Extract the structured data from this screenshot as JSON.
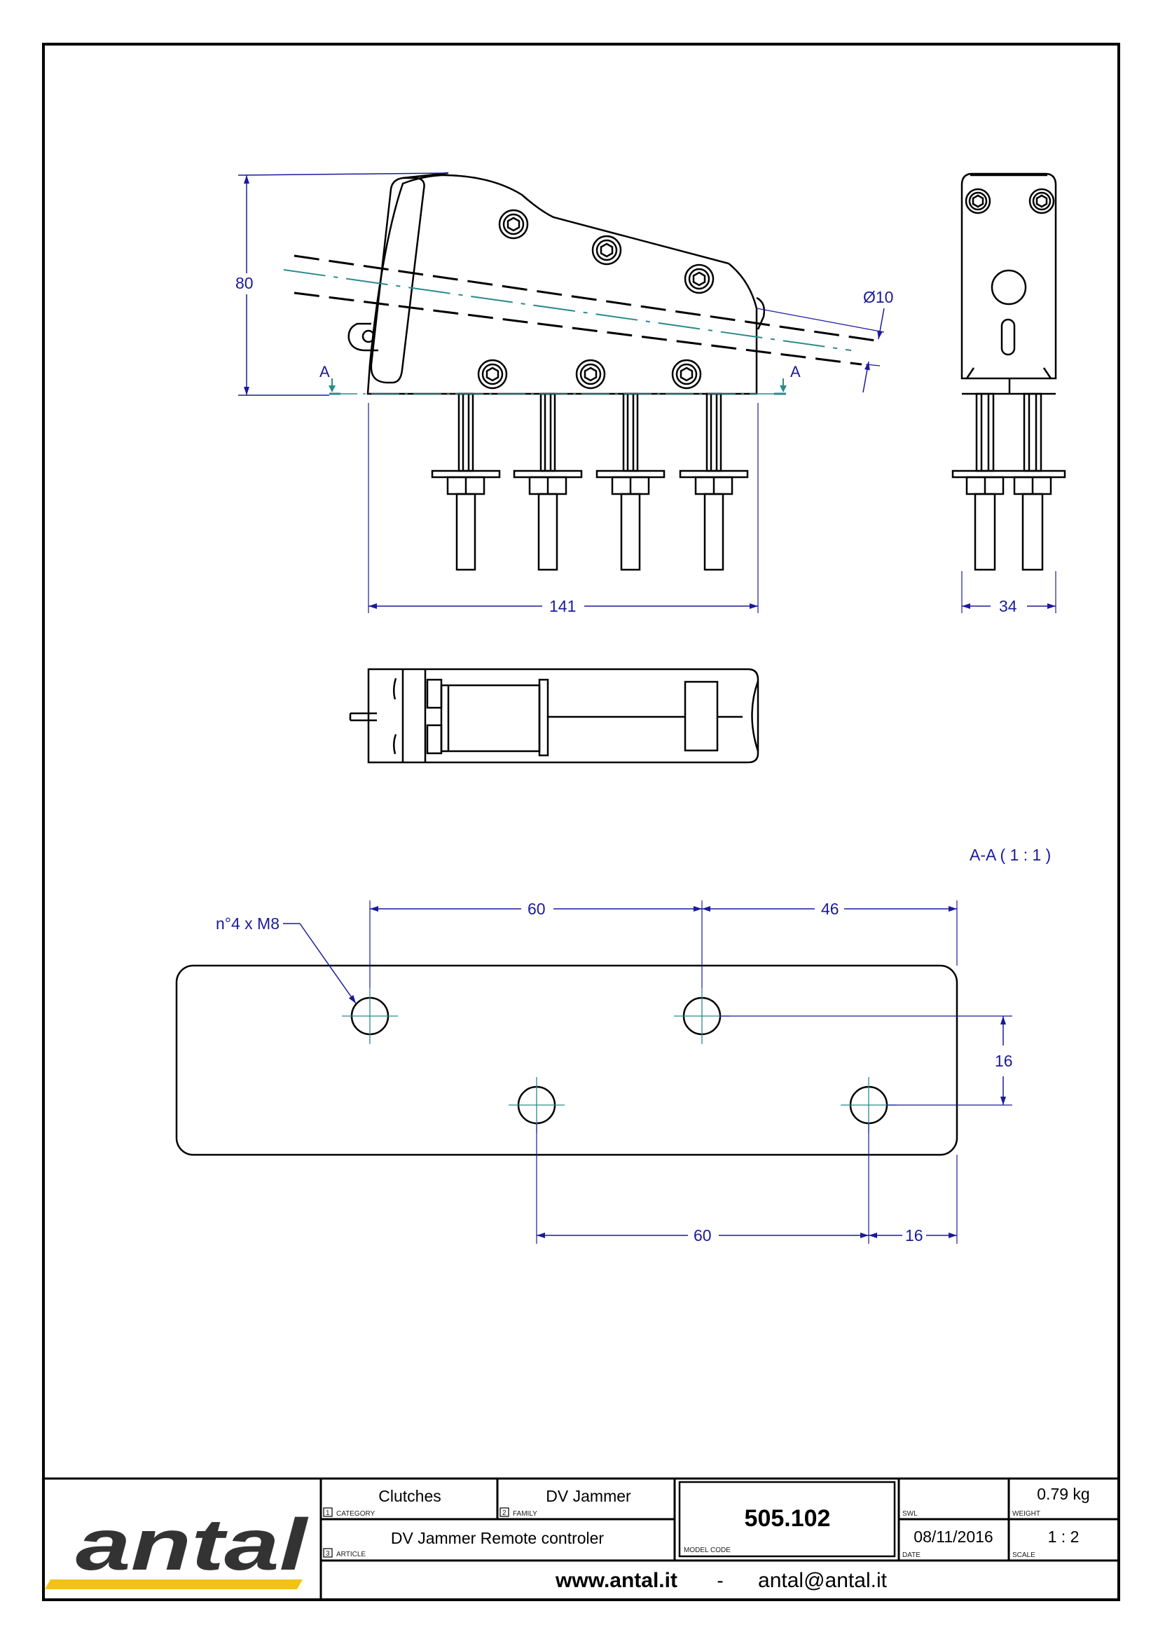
{
  "drawing": {
    "section_label": "A-A ( 1 : 1 )",
    "section_marker": "A",
    "dims": {
      "height": "80",
      "diameter": "Ø10",
      "length": "141",
      "width": "34",
      "hole_spec": "n°4 x M8",
      "top_a": "60",
      "top_b": "46",
      "vertical": "16",
      "bottom_a": "60",
      "bottom_b": "16"
    }
  },
  "title_block": {
    "logo_text": "antal",
    "category": {
      "num": "1",
      "caption": "CATEGORY",
      "value": "Clutches"
    },
    "family": {
      "num": "2",
      "caption": "FAMILY",
      "value": "DV Jammer"
    },
    "article": {
      "num": "3",
      "caption": "ARTICLE",
      "value": "DV Jammer Remote controler"
    },
    "model_code": {
      "caption": "MODEL CODE",
      "value": "505.102"
    },
    "swl": {
      "caption": "SWL",
      "value": ""
    },
    "weight": {
      "caption": "WEIGHT",
      "value": "0.79 kg"
    },
    "date": {
      "caption": "DATE",
      "value": "08/11/2016"
    },
    "scale": {
      "caption": "SCALE",
      "value": "1 : 2"
    },
    "website": "www.antal.it",
    "separator": "-",
    "email": "antal@antal.it"
  },
  "colors": {
    "dimension": "#1a1a9c",
    "centerline": "#2a8a8a",
    "brand_yellow": "#f2c21b",
    "line": "#000000"
  }
}
